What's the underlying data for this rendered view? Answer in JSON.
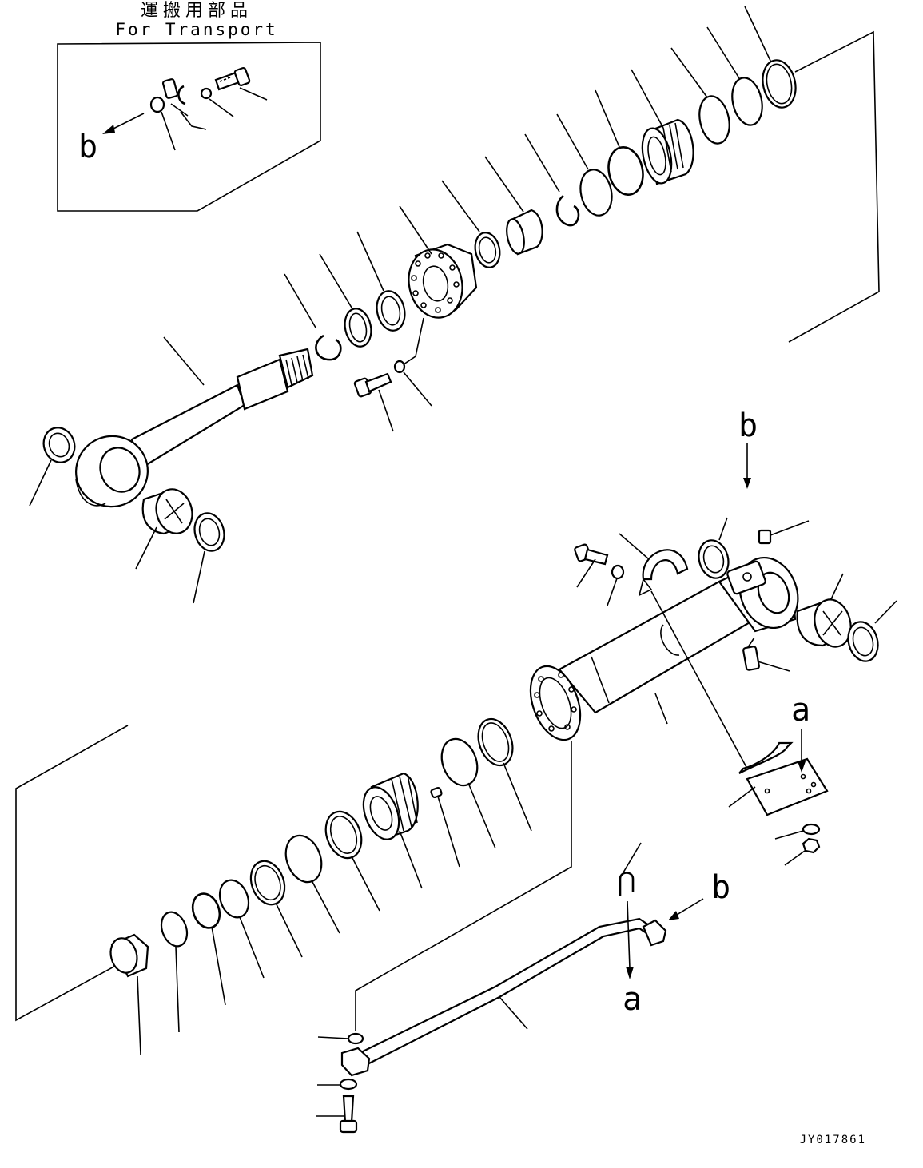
{
  "header": {
    "title_jp": "運搬用部品",
    "title_en": "For Transport"
  },
  "drawing_code": "JY017861",
  "markers": {
    "inset_b": "b",
    "top_b": "b",
    "right_a": "a",
    "pipe_b": "b",
    "pipe_a": "a"
  }
}
